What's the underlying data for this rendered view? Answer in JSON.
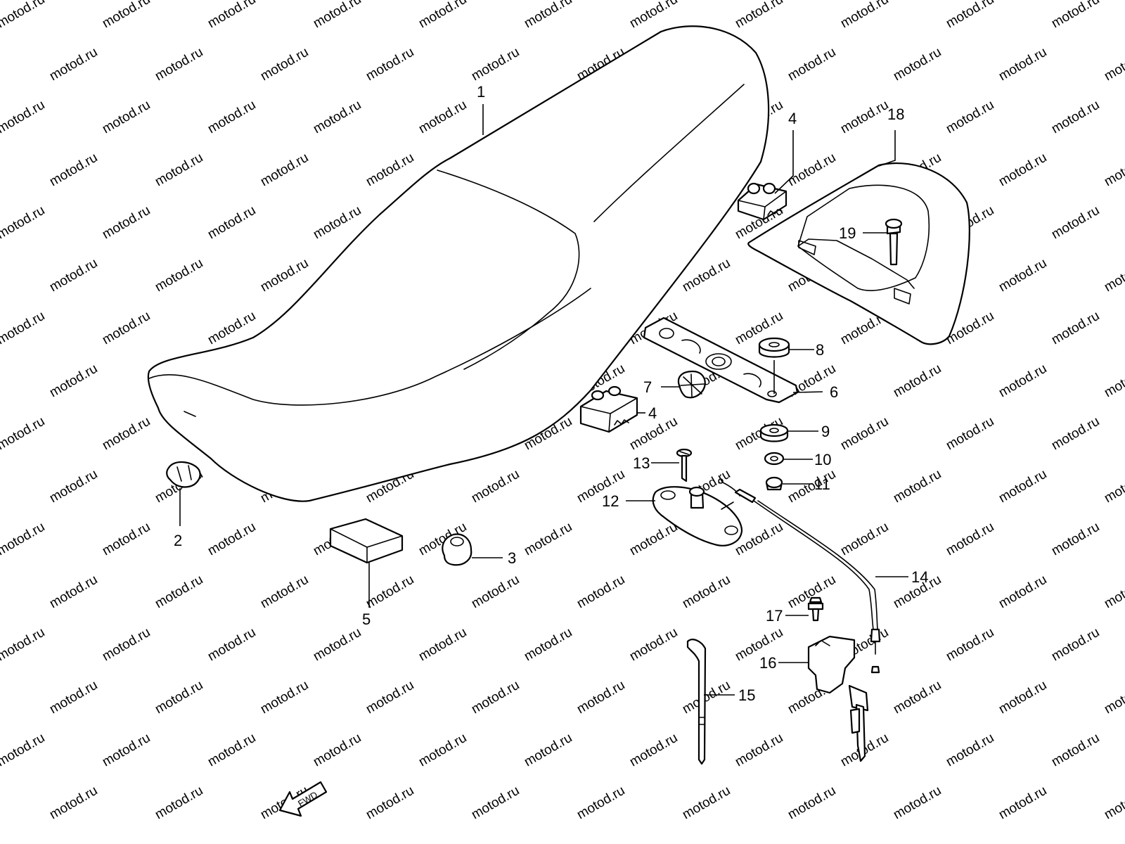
{
  "watermark": "motod.ru",
  "direction_label": "FWD",
  "callouts": {
    "c1": "1",
    "c2": "2",
    "c3": "3",
    "c4a": "4",
    "c4b": "4",
    "c5": "5",
    "c6": "6",
    "c7": "7",
    "c8": "8",
    "c9": "9",
    "c10": "10",
    "c11": "11",
    "c12": "12",
    "c13": "13",
    "c14": "14",
    "c15": "15",
    "c16": "16",
    "c17": "17",
    "c18": "18",
    "c19": "19"
  }
}
